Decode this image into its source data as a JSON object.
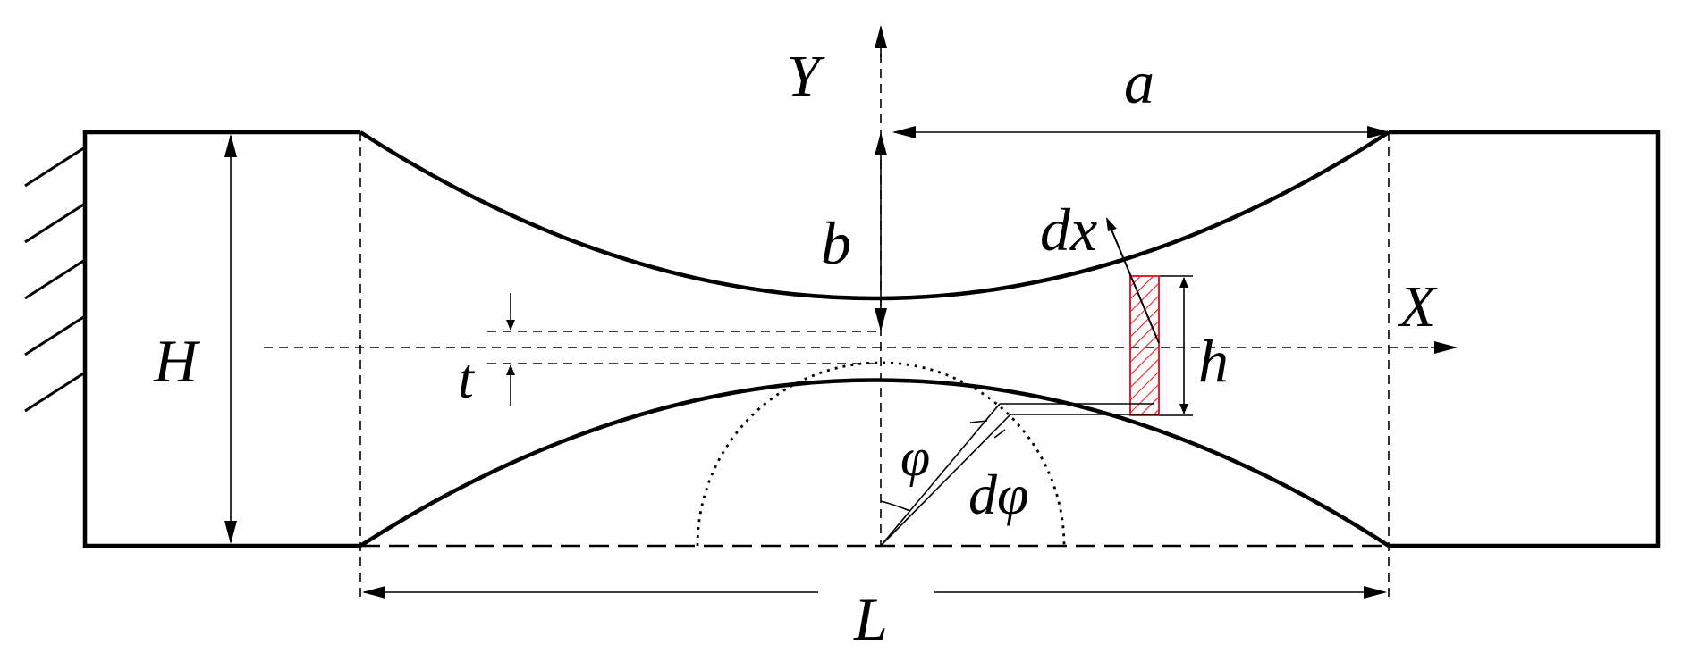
{
  "labels": {
    "y_axis": "Y",
    "x_axis": "X",
    "a": "a",
    "b": "b",
    "dx": "dx",
    "H": "H",
    "t": "t",
    "h": "h",
    "phi": "φ",
    "dphi": "dφ",
    "L": "L"
  },
  "colors": {
    "stroke": "#000000",
    "hatch": "#e8202a",
    "background": "#ffffff"
  }
}
